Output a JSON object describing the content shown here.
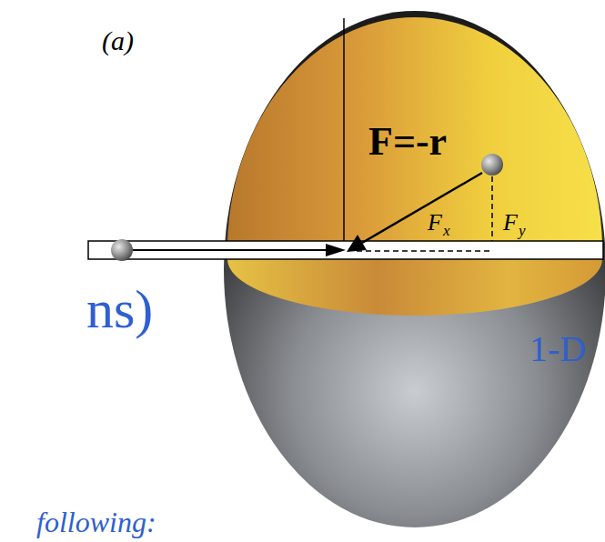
{
  "diagram": {
    "labels": [
      "(a)",
      "F=-r",
      "F",
      "x",
      "F",
      "y",
      "ns)",
      "1-D",
      "following:"
    ]
  }
}
